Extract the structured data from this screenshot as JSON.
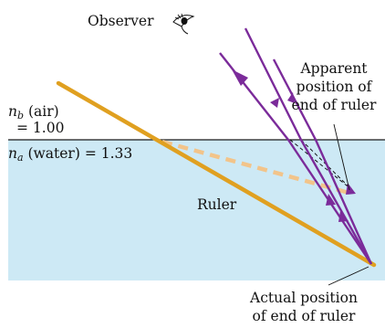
{
  "colors": {
    "water": "#cde9f5",
    "surface_line": "#1a1a1a",
    "ruler": "#e0a020",
    "ruler_apparent": "#f2c48a",
    "rays": "#7b2b9a",
    "extension_lines": "#000000"
  },
  "labels": {
    "observer": "Observer",
    "apparent_line1": "Apparent",
    "apparent_line2": "position of",
    "apparent_line3": "end of ruler",
    "nb_symbol": "n",
    "nb_sub": "b",
    "nb_medium": " (air)",
    "nb_value": "= 1.00",
    "na_symbol": "n",
    "na_sub": "a",
    "na_medium": " (water) = 1.33",
    "ruler": "Ruler",
    "actual_line1": "Actual position",
    "actual_line2": "of end of ruler"
  },
  "icons": {
    "observer_eye": "eye-icon"
  }
}
